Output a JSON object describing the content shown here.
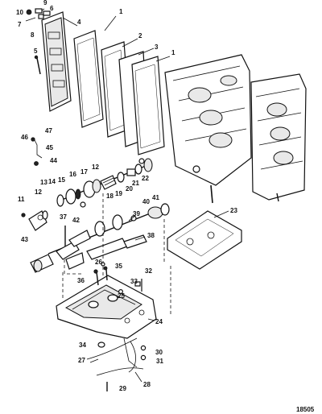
{
  "callouts": [
    "1",
    "2",
    "3",
    "1",
    "4",
    "5",
    "6",
    "7",
    "8",
    "9",
    "10",
    "11",
    "12",
    "13",
    "14",
    "15",
    "16",
    "17",
    "12",
    "18",
    "19",
    "20",
    "21",
    "22",
    "23",
    "24",
    "25",
    "26",
    "27",
    "28",
    "29",
    "30",
    "31",
    "32",
    "33",
    "34",
    "35",
    "36",
    "37",
    "38",
    "39",
    "40",
    "41",
    "42",
    "43",
    "44",
    "45",
    "46",
    "47"
  ],
  "drawing_code": "18505"
}
